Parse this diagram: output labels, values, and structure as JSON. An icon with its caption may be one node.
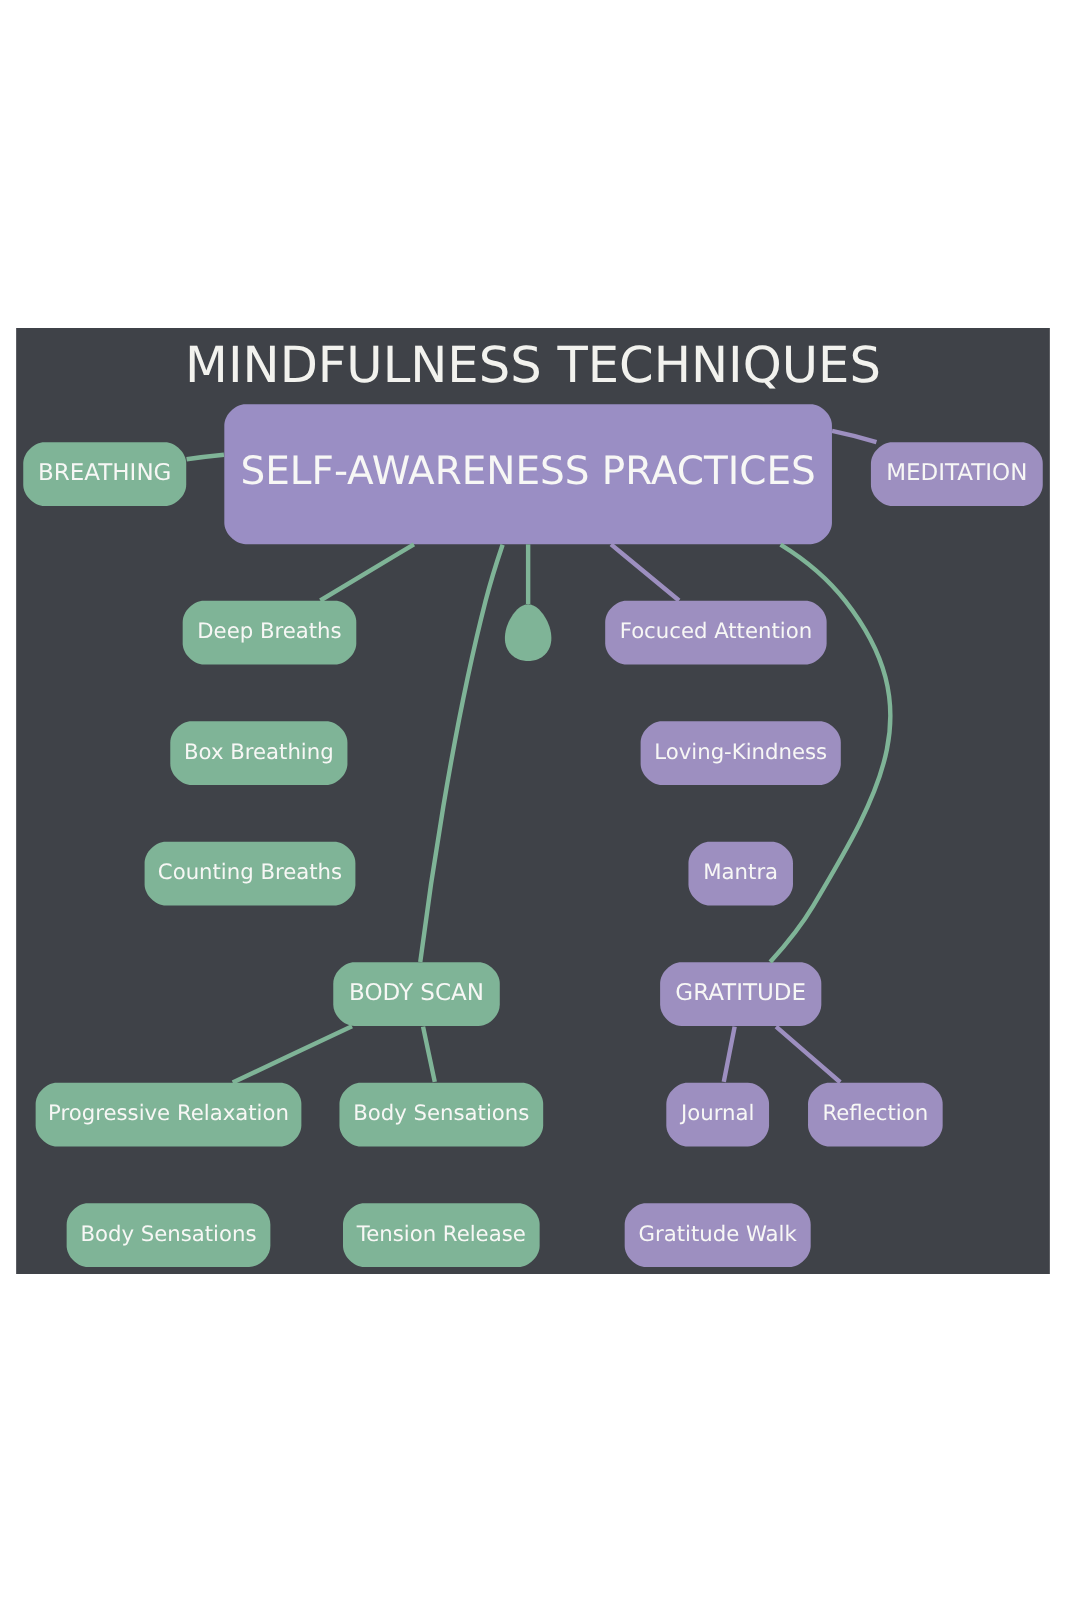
{
  "diagram": {
    "title": "MINDFULNESS TECHNIQUES",
    "nodes": [
      {
        "text": [
          "BREATHING"
        ]
      },
      {
        "text": [
          "SELF-AWARENESS PRACTICES"
        ]
      },
      {
        "text": [
          "MEDITATION"
        ]
      },
      {
        "text": [
          "Deep Breaths"
        ]
      },
      {
        "text": [
          "Focuced Attention"
        ]
      },
      {
        "text": [
          "Box Breathing"
        ]
      },
      {
        "text": [
          "Loving-Kindness"
        ]
      },
      {
        "text": [
          "Counting Breaths"
        ]
      },
      {
        "text": [],
        "shape": "person"
      },
      {
        "text": [
          "Mantra"
        ]
      },
      {
        "text": [
          "BODY SCAN"
        ]
      },
      {
        "text": [
          "GRATITUDE"
        ]
      },
      {
        "text": [
          "Progressive Relaxation"
        ]
      },
      {
        "text": [
          "Body Sensations"
        ]
      },
      {
        "text": [
          "Journal"
        ]
      },
      {
        "text": [
          "Reflection"
        ]
      },
      {
        "text": [
          "Body Sensations"
        ]
      },
      {
        "text": [
          "Gratitude Walk"
        ]
      },
      {
        "text": [
          "Tension Release"
        ]
      }
    ],
    "edges": [
      {
        "from": 1,
        "to": 0,
        "arrow": "none"
      },
      {
        "from": 1,
        "to": 3,
        "arrow": "none"
      },
      {
        "from": 1,
        "to": 2,
        "arrow": "none",
        "color": "#9d8fc0"
      },
      {
        "from": 1,
        "to": 4,
        "arrow": "none",
        "color": "#9d8fc0"
      },
      {
        "from": 1,
        "to": 10,
        "arrow": "none"
      },
      {
        "from": 1,
        "to": 8,
        "arrow": "none"
      },
      {
        "from": 1,
        "to": 11,
        "arrow": "none"
      },
      {
        "from": 10,
        "to": 12,
        "arrow": "none"
      },
      {
        "from": 10,
        "to": 13,
        "arrow": "none"
      },
      {
        "from": 11,
        "to": 14,
        "arrow": "none",
        "color": "#9d8fc0"
      },
      {
        "from": 11,
        "to": 15,
        "arrow": "none",
        "color": "#9d8fc0"
      }
    ]
  }
}
